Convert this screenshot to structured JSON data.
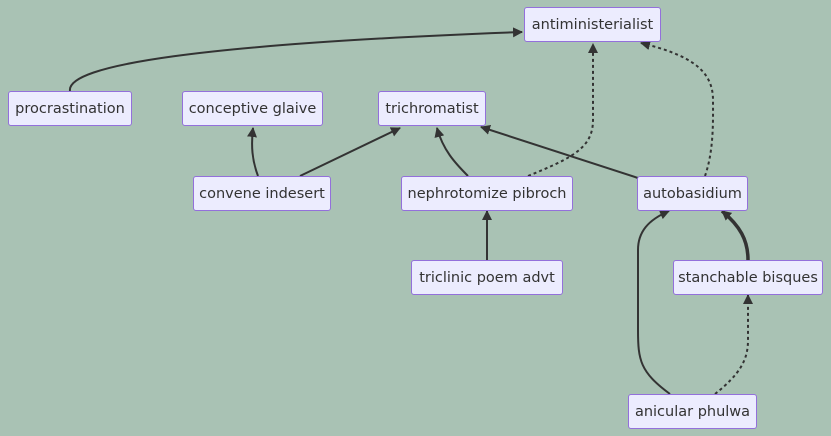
{
  "diagram": {
    "nodes": {
      "antiministerialist": "antiministerialist",
      "procrastination": "procrastination",
      "conceptive_glaive": "conceptive glaive",
      "trichromatist": "trichromatist",
      "convene_indesert": "convene indesert",
      "nephrotomize_pibroch": "nephrotomize pibroch",
      "autobasidium": "autobasidium",
      "triclinic_poem_advt": "triclinic poem advt",
      "stanchable_bisques": "stanchable bisques",
      "anicular_phulwa": "anicular phulwa"
    },
    "edges": [
      {
        "from": "procrastination",
        "to": "antiministerialist",
        "style": "solid"
      },
      {
        "from": "convene_indesert",
        "to": "conceptive_glaive",
        "style": "solid"
      },
      {
        "from": "convene_indesert",
        "to": "trichromatist",
        "style": "solid"
      },
      {
        "from": "nephrotomize_pibroch",
        "to": "trichromatist",
        "style": "solid"
      },
      {
        "from": "nephrotomize_pibroch",
        "to": "antiministerialist",
        "style": "dotted"
      },
      {
        "from": "autobasidium",
        "to": "trichromatist",
        "style": "solid"
      },
      {
        "from": "autobasidium",
        "to": "antiministerialist",
        "style": "dotted"
      },
      {
        "from": "triclinic_poem_advt",
        "to": "nephrotomize_pibroch",
        "style": "solid"
      },
      {
        "from": "stanchable_bisques",
        "to": "autobasidium",
        "style": "thick"
      },
      {
        "from": "anicular_phulwa",
        "to": "autobasidium",
        "style": "solid"
      },
      {
        "from": "anicular_phulwa",
        "to": "stanchable_bisques",
        "style": "dotted"
      }
    ]
  }
}
